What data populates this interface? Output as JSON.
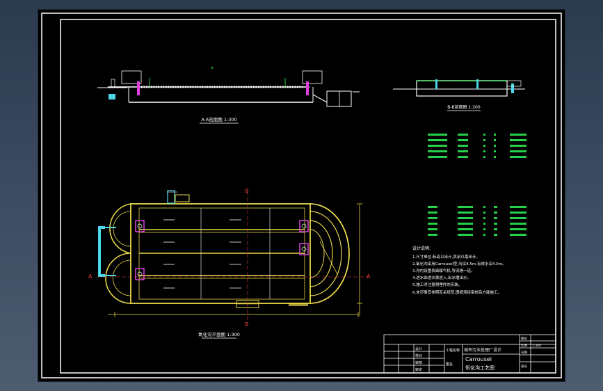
{
  "drawing": {
    "section_aa_title": "A-A剖面图 1:300",
    "section_bb_title": "B-B剖面图 1:200",
    "plan_title": "氧化沟平面图 1:300",
    "section_marker_a": "A",
    "section_marker_b": "B"
  },
  "notes": {
    "heading": "设计说明:",
    "items": [
      "1.尺寸单位:标高以米计,其余以毫米计。",
      "2.氧化沟采用Carrousel型,沟深4.5m,有效水深4.0m。",
      "3.沟内设置表面曝气机,导流墙一道。",
      "4.进水由进水渠进入,出水堰出水。",
      "5.施工时注意预埋件的安装。",
      "6.未尽事宜参照有关规范,图纸须经审核后方能施工。"
    ]
  },
  "title_block": {
    "drawing_name_line1": "Carrousel",
    "drawing_name_line2": "氧化沟工艺图",
    "project": "城市污水处理厂设计",
    "project_label": "工程名称",
    "sheet_label": "图名",
    "left_labels": [
      "设计",
      "校对",
      "审核",
      "审定"
    ],
    "right_labels": [
      "图号",
      "比例",
      "日期",
      "张号"
    ],
    "scale_value": "1:300"
  },
  "colors": {
    "background": "#000000",
    "frame": "#ffffff",
    "structure": "#e8d84a",
    "green": "#27d04a",
    "magenta": "#e040e0",
    "cyan": "#4ad8e8",
    "red": "#e83c3c"
  }
}
